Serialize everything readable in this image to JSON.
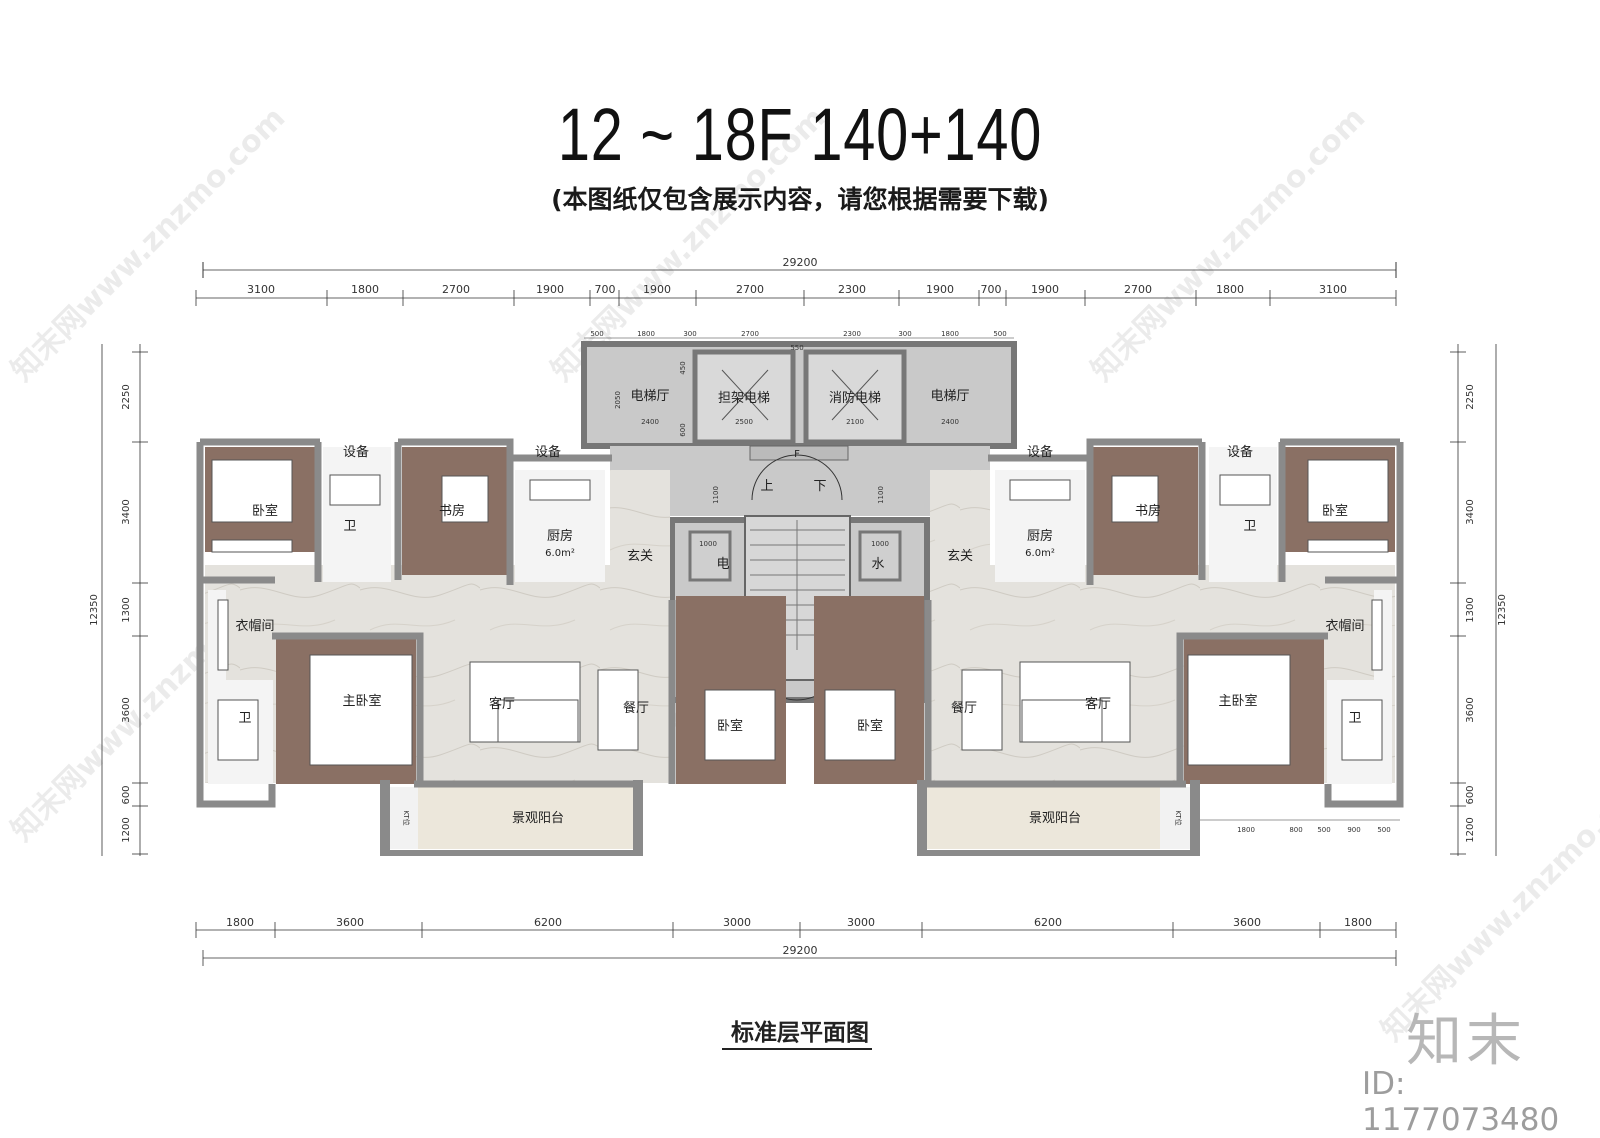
{
  "title": "12 ~ 18F  140+140",
  "subtitle": "(本图纸仅包含展示内容，请您根据需要下载)",
  "caption": "标准层平面图",
  "brand": "知末",
  "id_text": "ID: 1177073480",
  "watermark": "知末网www.znzmo.com",
  "top_dimensions": {
    "total": "29200",
    "segments": [
      "3100",
      "1800",
      "2700",
      "1900",
      "700",
      "1900",
      "2700",
      "2300",
      "1900",
      "700",
      "1900",
      "2700",
      "1800",
      "3100"
    ],
    "core_segments": [
      "500",
      "1800",
      "300",
      "2700",
      "2300",
      "300",
      "1800",
      "500"
    ]
  },
  "bottom_dimensions": {
    "segments": [
      "1800",
      "3600",
      "6200",
      "3000",
      "3000",
      "6200",
      "3600",
      "1800"
    ],
    "total": "29200",
    "balcony_segments": [
      "900",
      "1800",
      "800",
      "500",
      "900",
      "500"
    ]
  },
  "side_dimensions": {
    "left": [
      "2250",
      "3400",
      "1300",
      "3600",
      "600",
      "1200"
    ],
    "left_total": "12350",
    "right": [
      "2250",
      "3400",
      "1300",
      "3600",
      "600",
      "1200"
    ],
    "right_total": "12350"
  },
  "core_labels": {
    "lobby_left": "电梯厅",
    "lobby_right": "电梯厅",
    "elevator_stretcher": "担架电梯",
    "elevator_fire": "消防电梯",
    "stair_up": "上",
    "stair_down": "下",
    "elec": "电",
    "water": "水",
    "f_mark": "F",
    "d2050": "2050",
    "d2400a": "2400",
    "d2500": "2500",
    "d2100": "2100",
    "d2400b": "2400",
    "d1000a": "1000",
    "d1000b": "1000",
    "d1100a": "1100",
    "d1100b": "1100",
    "d450": "450",
    "d600": "600",
    "d550": "550"
  },
  "left_unit": {
    "bedroom": "卧室",
    "study": "书房",
    "kitchen": "厨房",
    "kitchen_area": "6.0m²",
    "bath1": "卫",
    "bath2": "卫",
    "equip1": "设备",
    "equip2": "设备",
    "foyer": "玄关",
    "closet": "衣帽间",
    "master": "主卧室",
    "living": "客厅",
    "dining": "餐厅",
    "bedroom2": "卧室",
    "balcony": "景观阳台",
    "ac": "KT位"
  },
  "right_unit": {
    "bedroom": "卧室",
    "study": "书房",
    "kitchen": "厨房",
    "kitchen_area": "6.0m²",
    "bath1": "卫",
    "bath2": "卫",
    "equip1": "设备",
    "equip2": "设备",
    "foyer": "玄关",
    "closet": "衣帽间",
    "master": "主卧室",
    "living": "客厅",
    "dining": "餐厅",
    "bedroom2": "卧室",
    "balcony": "景观阳台",
    "ac": "KT位"
  },
  "colors": {
    "wall": "#8a8a8a",
    "wood_floor": "#8a7064",
    "marble_floor": "#e4e2dd",
    "core_floor": "#c9c9c9",
    "balcony_floor": "#ece7db",
    "furniture": "#ffffff"
  }
}
